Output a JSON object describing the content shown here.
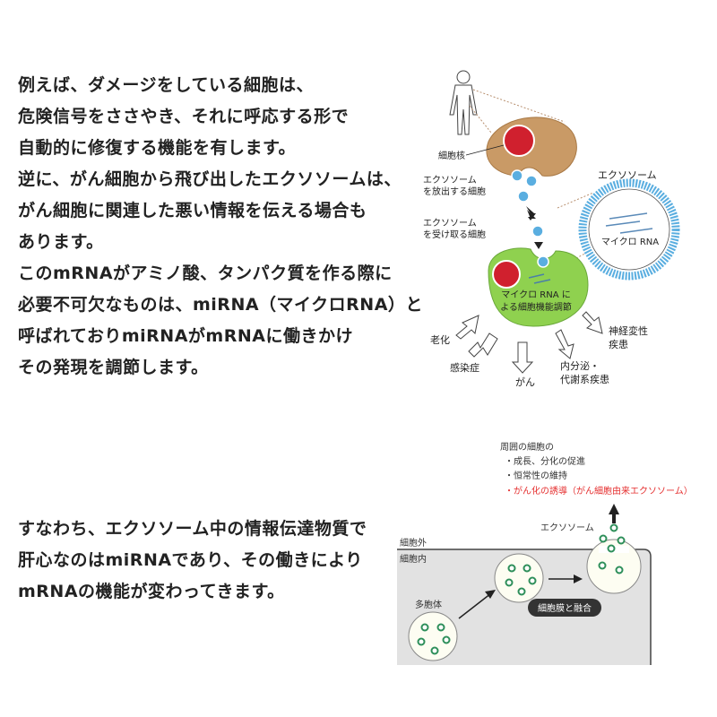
{
  "paragraph_1": [
    "例えば、ダメージをしている細胞は、",
    "危険信号をささやき、それに呼応する形で",
    "自動的に修復する機能を有します。",
    "逆に、がん細胞から飛び出したエクソソームは、",
    "がん細胞に関連した悪い情報を伝える場合も",
    "あります。",
    "このmRNAがアミノ酸、タンパク質を作る際に",
    "必要不可欠なものは、miRNA（マイクロRNA）と",
    "呼ばれておりmiRNAがmRNAに働きかけ",
    "その発現を調節します。"
  ],
  "paragraph_2": [
    "すなわち、エクソソーム中の情報伝達物質で",
    "肝心なのはmiRNAであり、その働きにより",
    "mRNAの機能が変わってきます。"
  ],
  "diagram_top": {
    "nucleus_label": "細胞核",
    "release_label": [
      "エクソソーム",
      "を放出する細胞"
    ],
    "receive_label": [
      "エクソソーム",
      "を受け取る細胞"
    ],
    "inner_label": [
      "マイクロ RNA に",
      "よる細胞機能調節"
    ],
    "exosome_title": "エクソソーム",
    "micro_rna_label": "マイクロ RNA",
    "outcomes": {
      "aging": "老化",
      "infection": "感染症",
      "cancer": "がん",
      "endocrine": [
        "内分泌・",
        "代謝系疾患"
      ],
      "neuro": [
        "神経変性",
        "疾患"
      ]
    }
  },
  "diagram_bottom": {
    "header": "周囲の細胞の",
    "items": [
      "・成長、分化の促進",
      "・恒常性の維持"
    ],
    "highlight": "・がん化の誘導（がん細胞由来エクソソーム）",
    "exosome_label": "エクソソーム",
    "outside_label": "細胞外",
    "inside_label": "細胞内",
    "mvb_label": "多胞体",
    "fusion_label": "細胞膜と融合"
  },
  "colors": {
    "cell_tan": "#c99a66",
    "receiver_green": "#8fd14f",
    "exosome_blue": "#5aaee0",
    "nucleus_red": "#d0202e",
    "highlight_red": "#e53030",
    "vesicle_green": "#2e8f5a"
  }
}
